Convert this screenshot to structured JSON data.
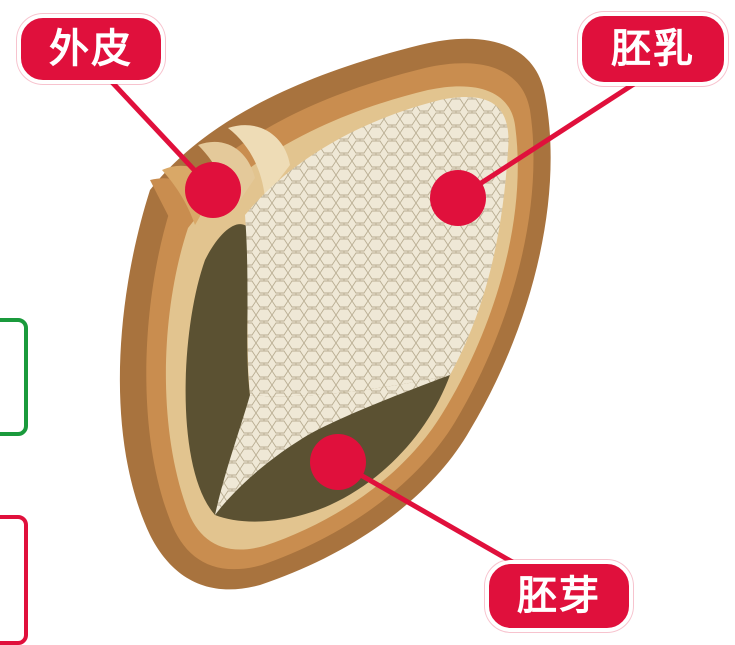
{
  "labels": {
    "outer_skin": "外皮",
    "endosperm": "胚乳",
    "germ": "胚芽"
  },
  "colors": {
    "label_red": "#e0103c",
    "shell_dark": "#a8733e",
    "shell_mid": "#c98d4f",
    "shell_light": "#e2c48f",
    "endosperm": "#e8e0cc",
    "germ": "#5b5132",
    "tab_green": "#1a9a3c",
    "tab_red": "#e0103c"
  }
}
